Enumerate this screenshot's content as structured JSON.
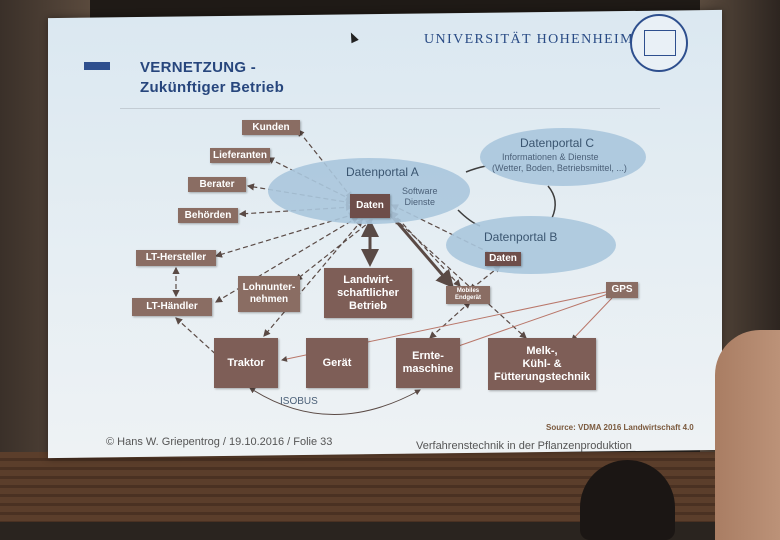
{
  "slide": {
    "university": "UNIVERSITÄT HOHENHEIM",
    "title_line1": "VERNETZUNG -",
    "title_line2": "Zukünftiger Betrieb",
    "source": "Source: VDMA 2016 Landwirtschaft 4.0",
    "footer_left": "© Hans W. Griepentrog / 19.10.2016 / Folie 33",
    "footer_right": "Verfahrenstechnik in der Pflanzenproduktion"
  },
  "diagram": {
    "boxes": {
      "kunden": "Kunden",
      "lieferanten": "Lieferanten",
      "berater": "Berater",
      "behoerden": "Behörden",
      "lt_hersteller": "LT-Hersteller",
      "lt_haendler": "LT-Händler",
      "lohnunternehmen": "Lohnunter-\nnehmen",
      "landwirtschaftlicher_betrieb": "Landwirt-\nschaftlicher\nBetrieb",
      "daten_a": "Daten",
      "daten_b": "Daten",
      "mobiles_endgeraet": "Mobiles\nEndgerät",
      "gps": "GPS",
      "traktor": "Traktor",
      "geraet": "Gerät",
      "erntemaschine": "Ernte-\nmaschine",
      "melk": "Melk-,\nKühl- &\nFütterungstechnik"
    },
    "portals": {
      "a_title": "Datenportal A",
      "a_sub": "Software\nDienste",
      "b_title": "Datenportal B",
      "c_title": "Datenportal C",
      "c_sub1": "Informationen & Dienste",
      "c_sub2": "(Wetter, Boden, Betriebsmittel, ...)"
    },
    "isobus": "ISOBUS"
  },
  "colors": {
    "box": "#8a6d63",
    "portal": "#aac7dd",
    "title_blue": "#27467d"
  }
}
